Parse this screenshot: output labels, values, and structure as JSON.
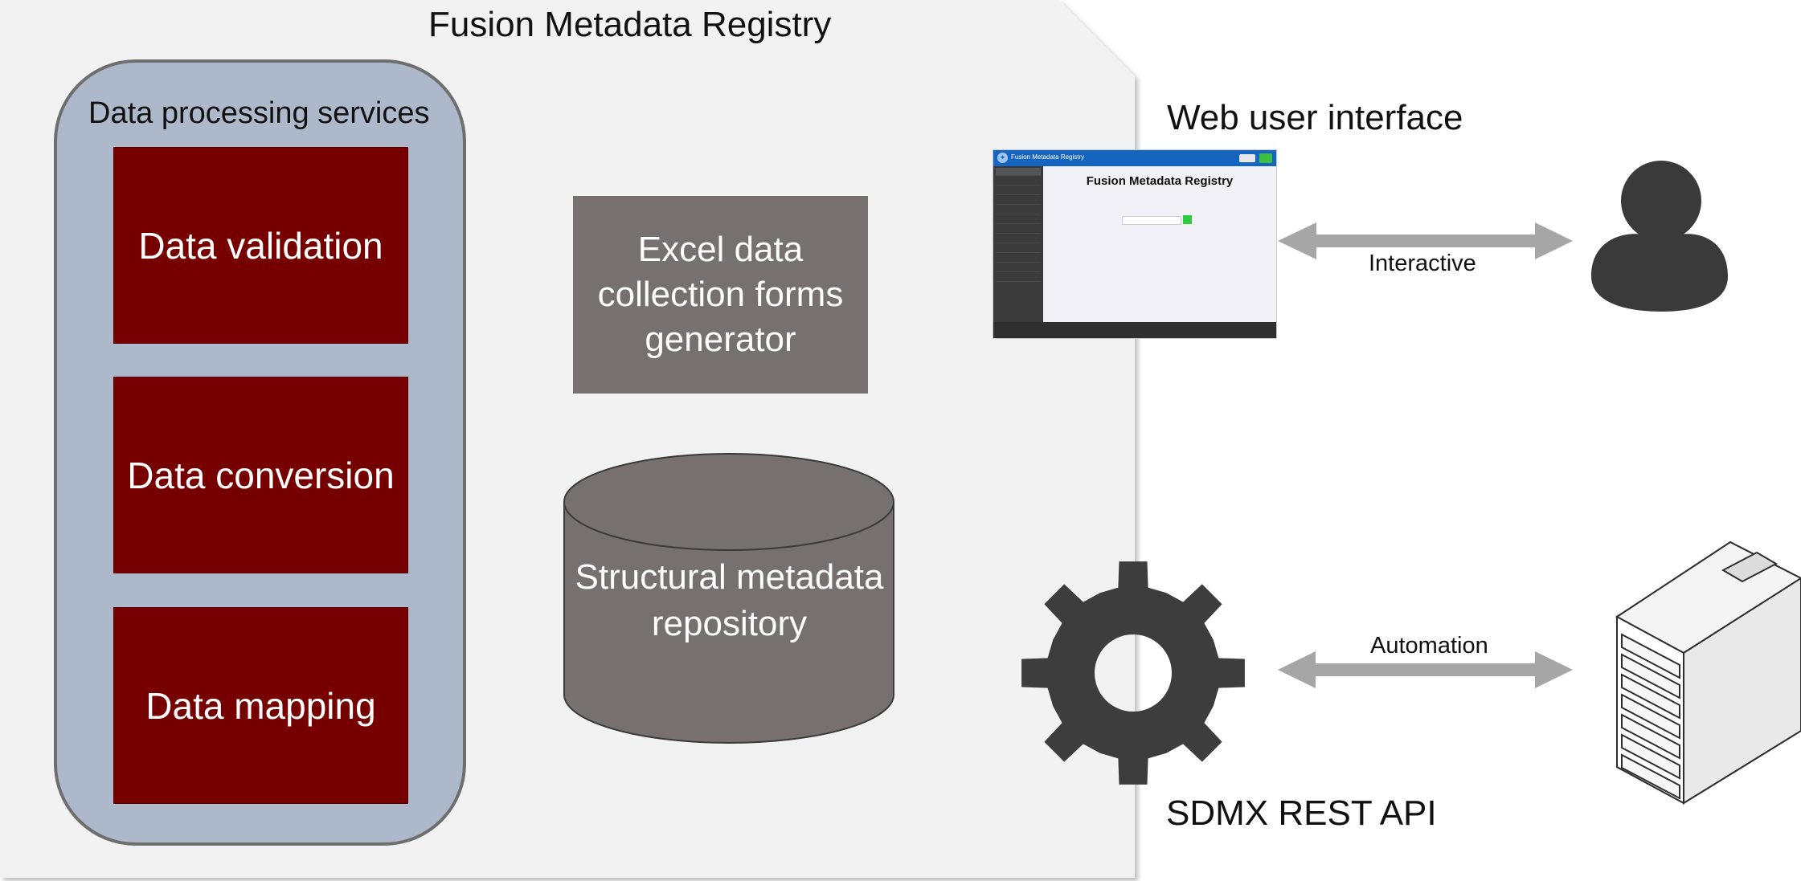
{
  "registry": {
    "title": "Fusion Metadata Registry"
  },
  "processing": {
    "title": "Data processing services",
    "services": [
      "Data validation",
      "Data conversion",
      "Data mapping"
    ]
  },
  "excel_generator": {
    "label": "Excel data collection forms generator"
  },
  "repository": {
    "label": "Structural metadata repository"
  },
  "web_ui": {
    "title": "Web user interface",
    "arrow_label": "Interactive",
    "screenshot_title": "Fusion Metadata Registry",
    "screenshot_header": "Fusion Metadata Registry"
  },
  "api": {
    "title": "SDMX REST API",
    "arrow_label": "Automation"
  },
  "icons": [
    "user-icon",
    "gear-icon",
    "server-icon",
    "database-cylinder-icon"
  ],
  "colors": {
    "panel": "#f2f2f2",
    "processing_container": "#adb9ca",
    "service_box": "#760000",
    "gray_box": "#767170",
    "arrow": "#a6a6a6",
    "icon_dark": "#3a3a3a"
  }
}
